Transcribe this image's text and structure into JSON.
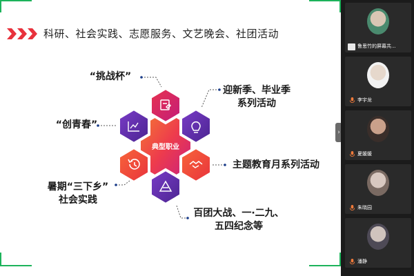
{
  "slide": {
    "title": "科研、社会实践、志愿服务、文艺晚会、社团活动",
    "center_label": "典型职业",
    "labels": {
      "top": "“挑战杯”",
      "upper_left": "“创青春”",
      "upper_right_1": "迎新季、毕业季",
      "upper_right_2": "系列活动",
      "right": "主题教育月系列活动",
      "lower_left_1": "暑期“三下乡”",
      "lower_left_2": "社会实践",
      "lower_right_1": "百团大战、一·二九、",
      "lower_right_2": "五四纪念等"
    }
  },
  "participants": [
    {
      "name": "鲁思竹的屏幕共..."
    },
    {
      "name": "李宇龙"
    },
    {
      "name": "夏媛媛"
    },
    {
      "name": "朱晓园"
    },
    {
      "name": "潘静"
    }
  ],
  "colors": {
    "accent_red": "#e8323c",
    "hex_orange": "#f05a3a",
    "hex_magenta": "#d0246e",
    "hex_purple": "#5a2ca0",
    "speaking_green": "#1db35b"
  }
}
